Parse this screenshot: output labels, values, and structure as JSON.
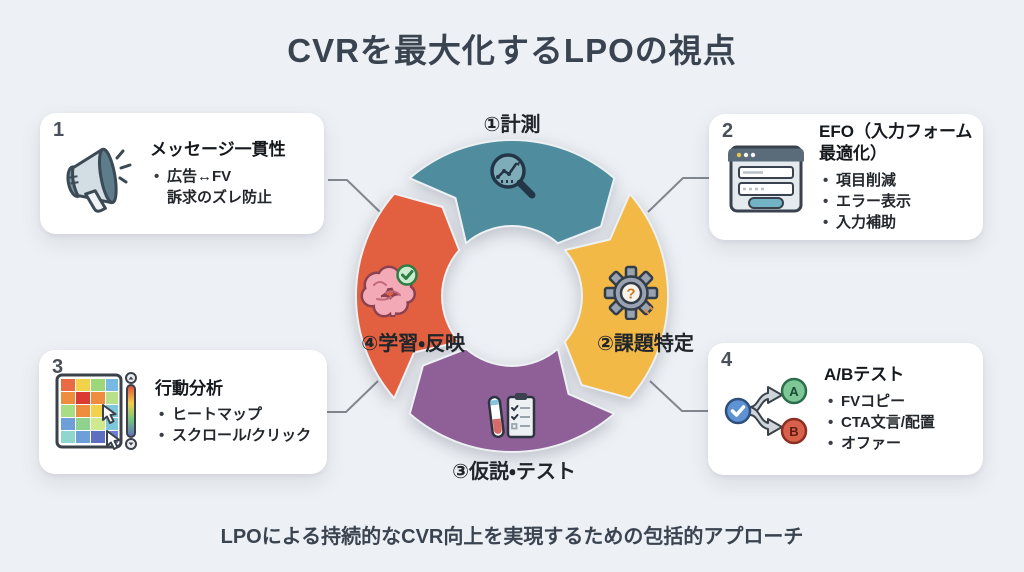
{
  "title": "CVRを最大化するLPOの視点",
  "footer": "LPOによる持続的なCVR向上を実現するための包括的アプローチ",
  "colors": {
    "background": "#edf0f4",
    "title_text": "#3a4451",
    "connector": "#81878f",
    "teal": "#4e8c9e",
    "yellow": "#f2b946",
    "purple": "#8e6097",
    "red": "#e2603f"
  },
  "cycle": {
    "segments": [
      {
        "label": "①計測",
        "color": "#4e8c9e",
        "icon": "magnifier-chart-icon"
      },
      {
        "label": "②課題特定",
        "color": "#f2b946",
        "icon": "gear-question-icon"
      },
      {
        "label": "③仮説・テスト",
        "color": "#8e6097",
        "icon": "testtube-checklist-icon"
      },
      {
        "label": "④学習・反映",
        "color": "#e2603f",
        "icon": "brain-check-icon"
      }
    ]
  },
  "cards": [
    {
      "number": "1",
      "title": "メッセージ一貫性",
      "icon": "megaphone-icon",
      "bullets": [
        "広告↔FV\n訴求のズレ防止"
      ]
    },
    {
      "number": "2",
      "title": "EFO（入力フォーム\n最適化）",
      "icon": "form-window-icon",
      "bullets": [
        "項目削減",
        "エラー表示",
        "入力補助"
      ]
    },
    {
      "number": "3",
      "title": "行動分析",
      "icon": "heatmap-icon",
      "bullets": [
        "ヒートマップ",
        "スクロール/クリック"
      ]
    },
    {
      "number": "4",
      "title": "A/Bテスト",
      "icon": "ab-split-icon",
      "bullets": [
        "FVコピー",
        "CTA文言/配置",
        "オファー"
      ]
    }
  ]
}
